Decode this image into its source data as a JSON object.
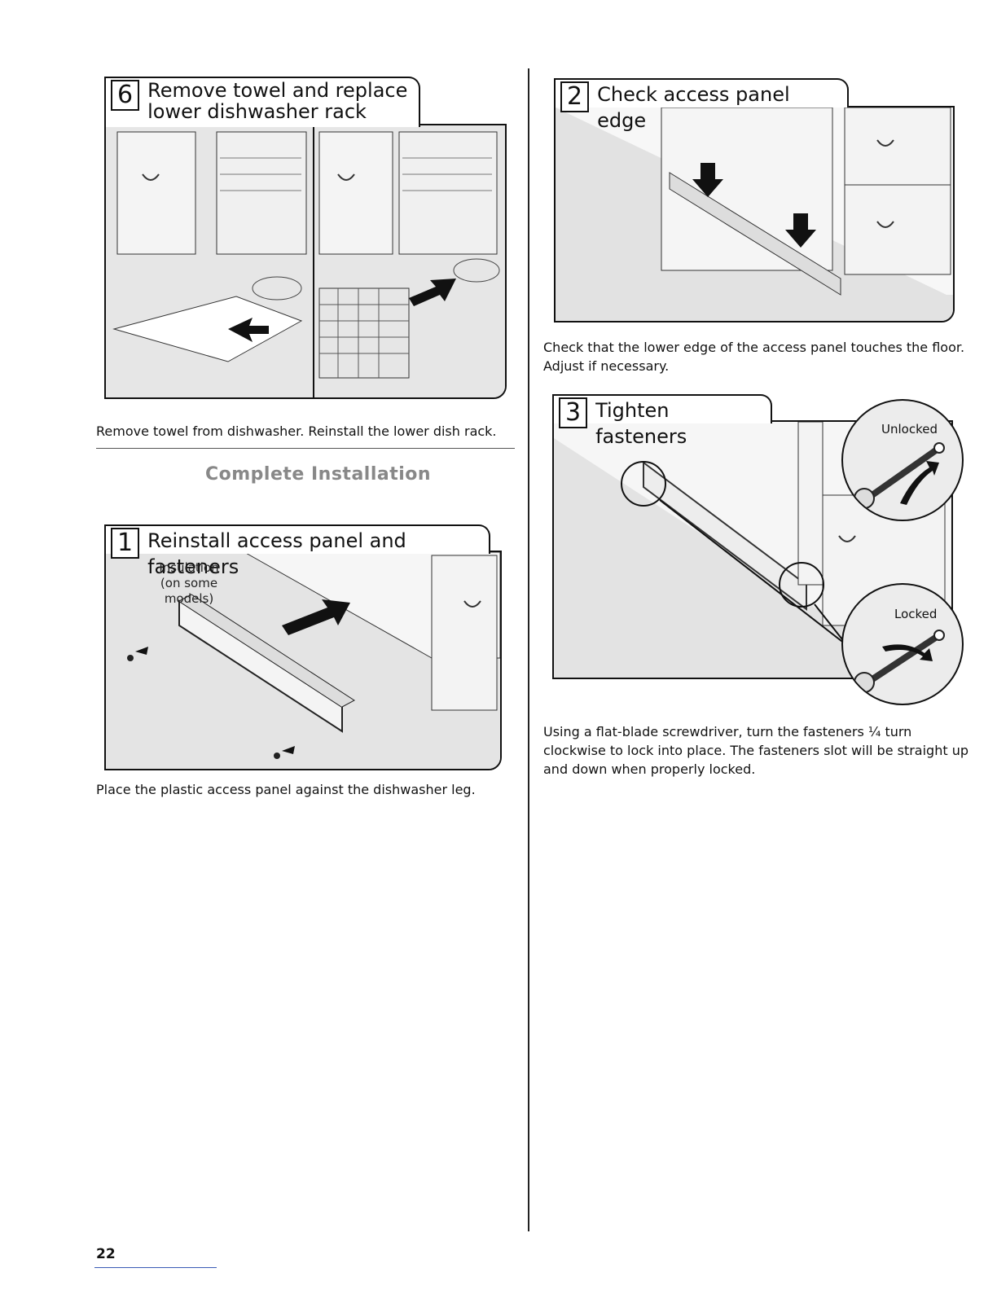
{
  "left": {
    "step6": {
      "number": "6",
      "title_line1": "Remove towel and replace",
      "title_line2": "lower dishwasher rack",
      "caption": "Remove towel from dishwasher. Reinstall the lower dish rack."
    },
    "section_title": "Complete Installation",
    "step1": {
      "number": "1",
      "title": "Reinstall access panel and fasteners",
      "label_line1": "Insulation",
      "label_line2": "(on some models)",
      "caption": "Place the plastic access panel against the dishwasher leg."
    }
  },
  "right": {
    "step2": {
      "number": "2",
      "title": "Check access panel edge",
      "caption_line1": "Check that the lower edge of the access panel touches the floor.",
      "caption_line2": "Adjust if necessary."
    },
    "step3": {
      "number": "3",
      "title": "Tighten fasteners",
      "unlocked": "Unlocked",
      "locked": "Locked",
      "caption_line1": "Using a flat-blade screwdriver, turn the fasteners ¼ turn",
      "caption_line2": "clockwise to lock into place. The fasteners slot will be straight up",
      "caption_line3": "and down when properly locked."
    }
  },
  "page_number": "22"
}
